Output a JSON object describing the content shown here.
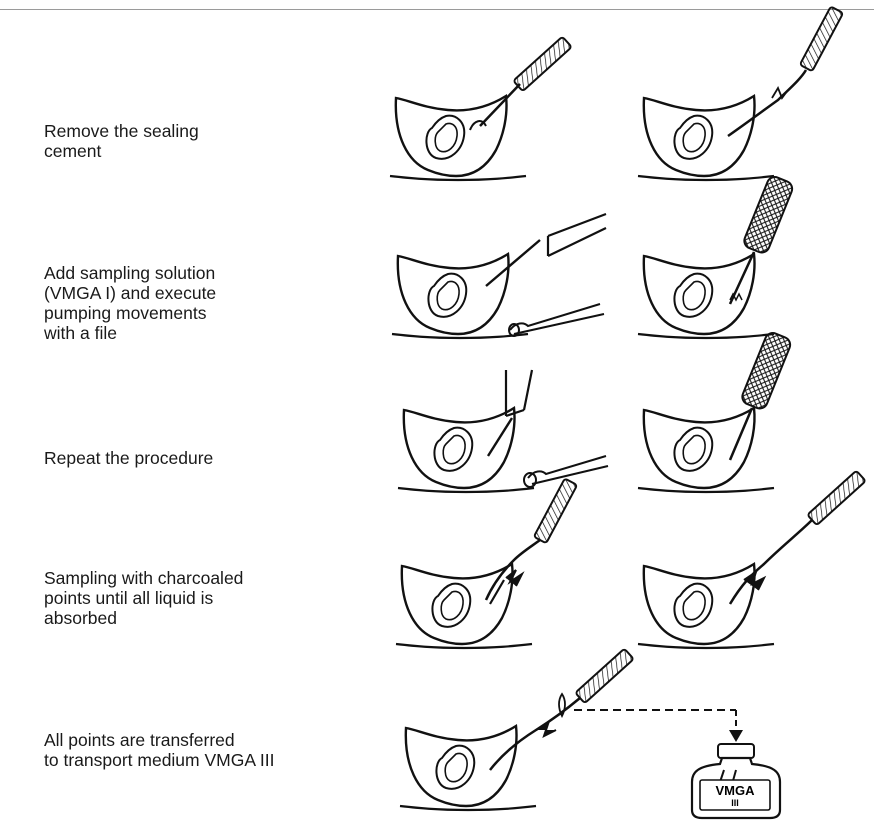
{
  "steps": [
    {
      "label": "Remove the sealing\ncement"
    },
    {
      "label": "Add sampling solution\n(VMGA I) and execute\npumping movements\nwith a file"
    },
    {
      "label": "Repeat the procedure"
    },
    {
      "label": "Sampling with charcoaled\npoints until all liquid is\nabsorbed"
    },
    {
      "label": "All points are transferred\nto transport medium VMGA III"
    }
  ],
  "vial": {
    "label": "VMGA",
    "sublabel": "III"
  }
}
